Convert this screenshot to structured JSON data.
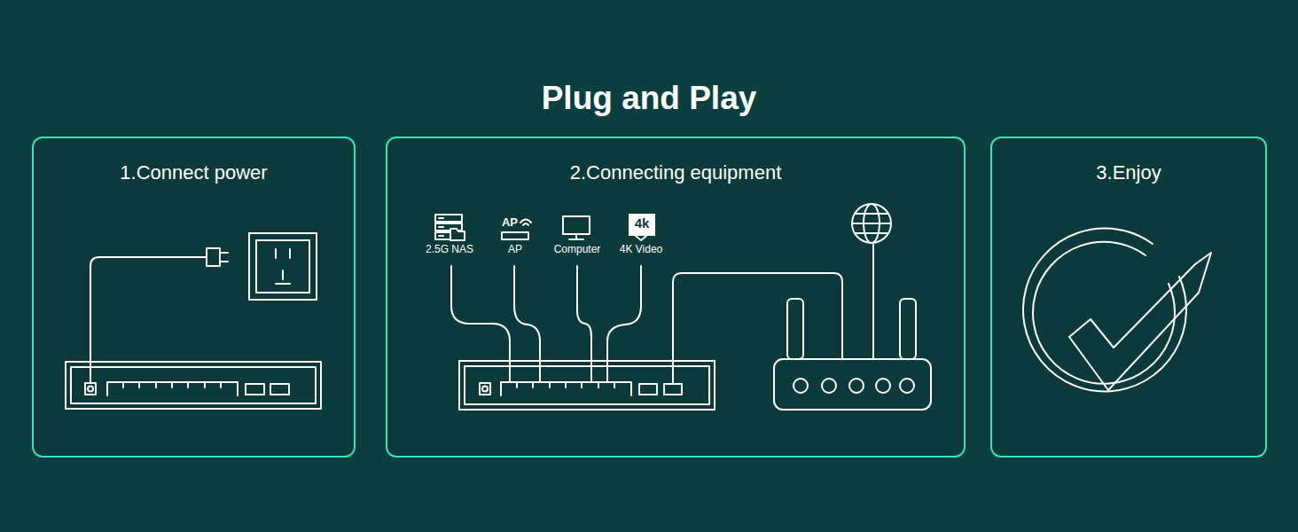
{
  "diagram": {
    "title": "Plug and Play",
    "nodes": [
      {
        "text": [
          "1.Connect power"
        ]
      },
      {
        "text": [
          "2.Connecting equipment"
        ]
      },
      {
        "text": [
          "3.Enjoy"
        ]
      }
    ],
    "labels": [
      "AP",
      "4k",
      "2.5G NAS",
      "AP",
      "Computer",
      "4K Video"
    ]
  }
}
